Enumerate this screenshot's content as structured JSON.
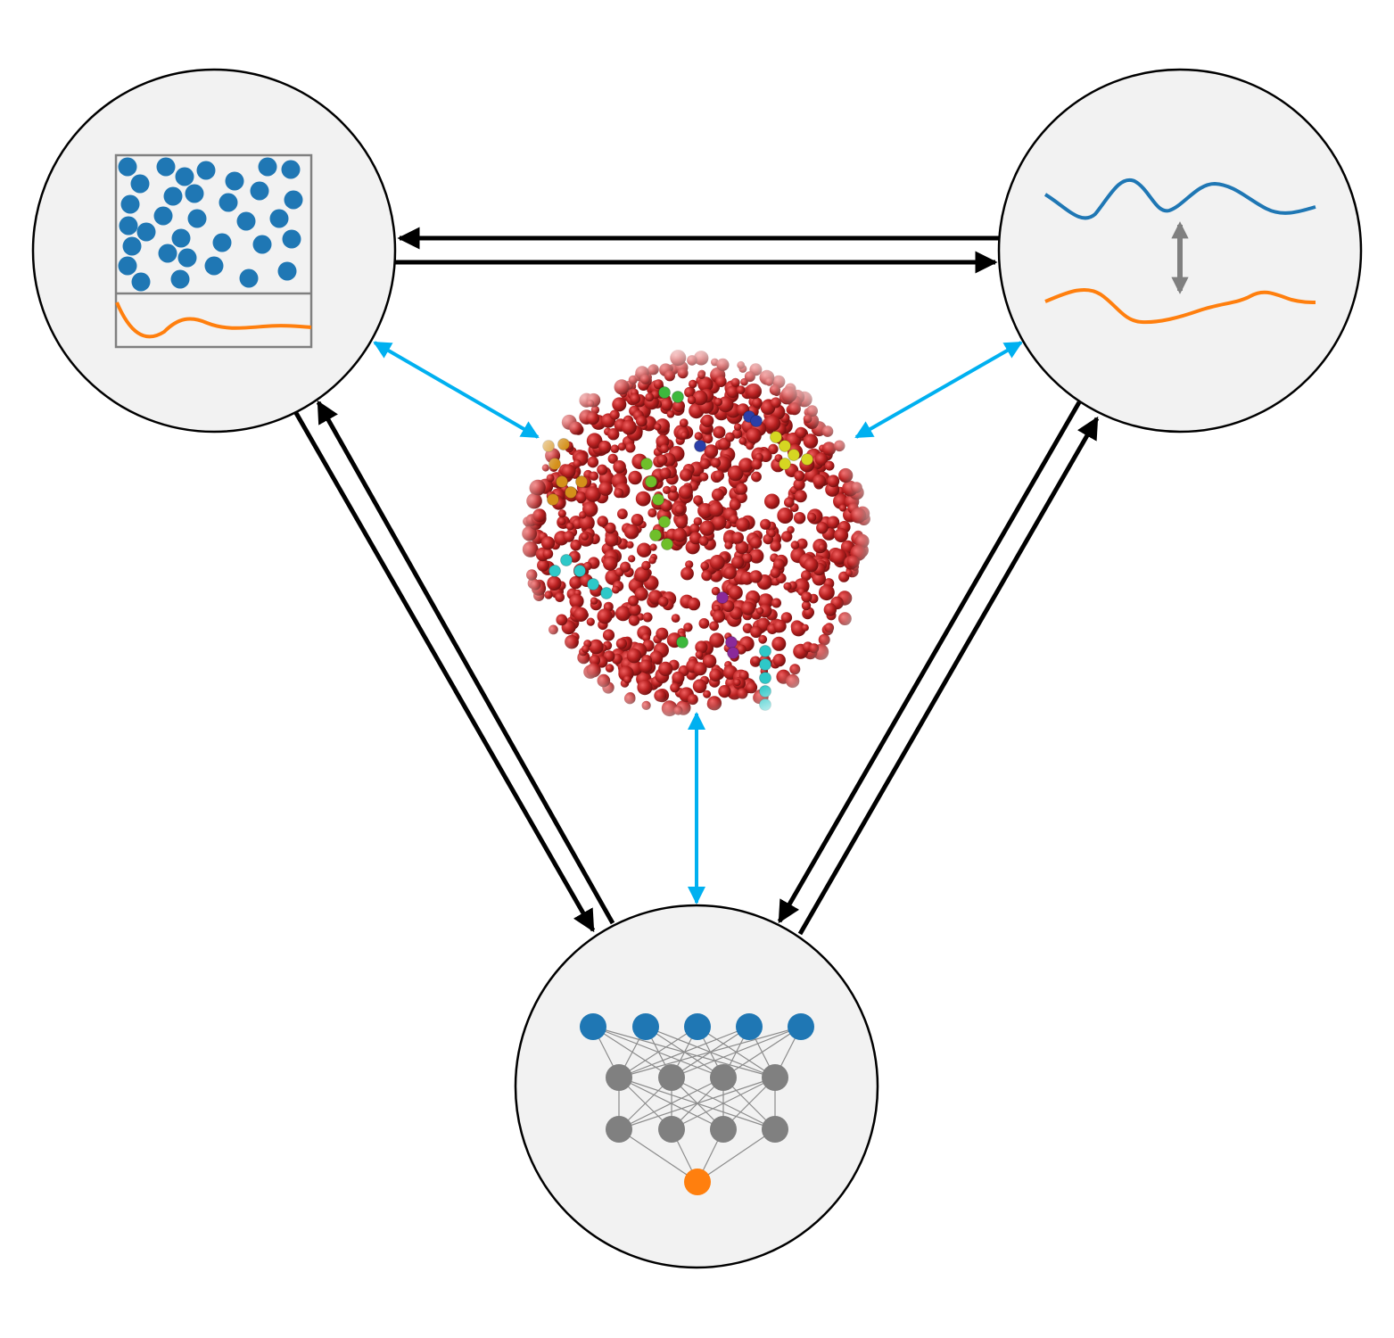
{
  "diagram": {
    "style": {
      "background": "#ffffff",
      "node_fill": "#f2f2f2",
      "node_stroke": "#000000",
      "arrow_black": "#000000",
      "arrow_cyan": "#00b0f0",
      "blue": "#1f77b4",
      "orange": "#ff7f0e",
      "gray": "#808080",
      "cluster_red": "#b22222"
    },
    "nodes": [
      {
        "id": "simulation-box",
        "icon": "particle-box-with-orange-curve-icon"
      },
      {
        "id": "signal-comparison",
        "icon": "two-signal-curves-with-vertical-double-arrow-icon"
      },
      {
        "id": "neural-network",
        "icon": "neural-network-icon",
        "layers": [
          5,
          4,
          4,
          1
        ]
      },
      {
        "id": "molecular-structure",
        "icon": "colored-atom-cluster-icon"
      }
    ],
    "connections": [
      {
        "from": "signal-comparison",
        "to": "simulation-box",
        "style": "black"
      },
      {
        "from": "simulation-box",
        "to": "signal-comparison",
        "style": "black"
      },
      {
        "from": "neural-network",
        "to": "simulation-box",
        "style": "black"
      },
      {
        "from": "simulation-box",
        "to": "neural-network",
        "style": "black"
      },
      {
        "from": "signal-comparison",
        "to": "neural-network",
        "style": "black"
      },
      {
        "from": "neural-network",
        "to": "signal-comparison",
        "style": "black"
      },
      {
        "from": "molecular-structure",
        "to": "simulation-box",
        "style": "cyan",
        "bidirectional": true
      },
      {
        "from": "molecular-structure",
        "to": "signal-comparison",
        "style": "cyan",
        "bidirectional": true
      },
      {
        "from": "molecular-structure",
        "to": "neural-network",
        "style": "cyan",
        "bidirectional": true
      }
    ]
  }
}
